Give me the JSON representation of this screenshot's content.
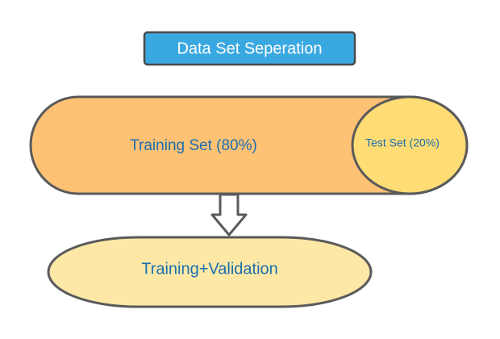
{
  "title": "Data Set Seperation",
  "training_set": "Training Set (80%)",
  "test_set": "Test Set (20%)",
  "result": "Training+Validation",
  "colors": {
    "title_fill": "#3aa8e0",
    "outline": "#5a5a5a",
    "training_fill": "#ffc174",
    "test_fill": "#ffdc74",
    "result_fill": "#fde8a6",
    "text_blue": "#1a6fb0",
    "title_text": "#ffffff",
    "arrow_fill": "#ffffff"
  }
}
